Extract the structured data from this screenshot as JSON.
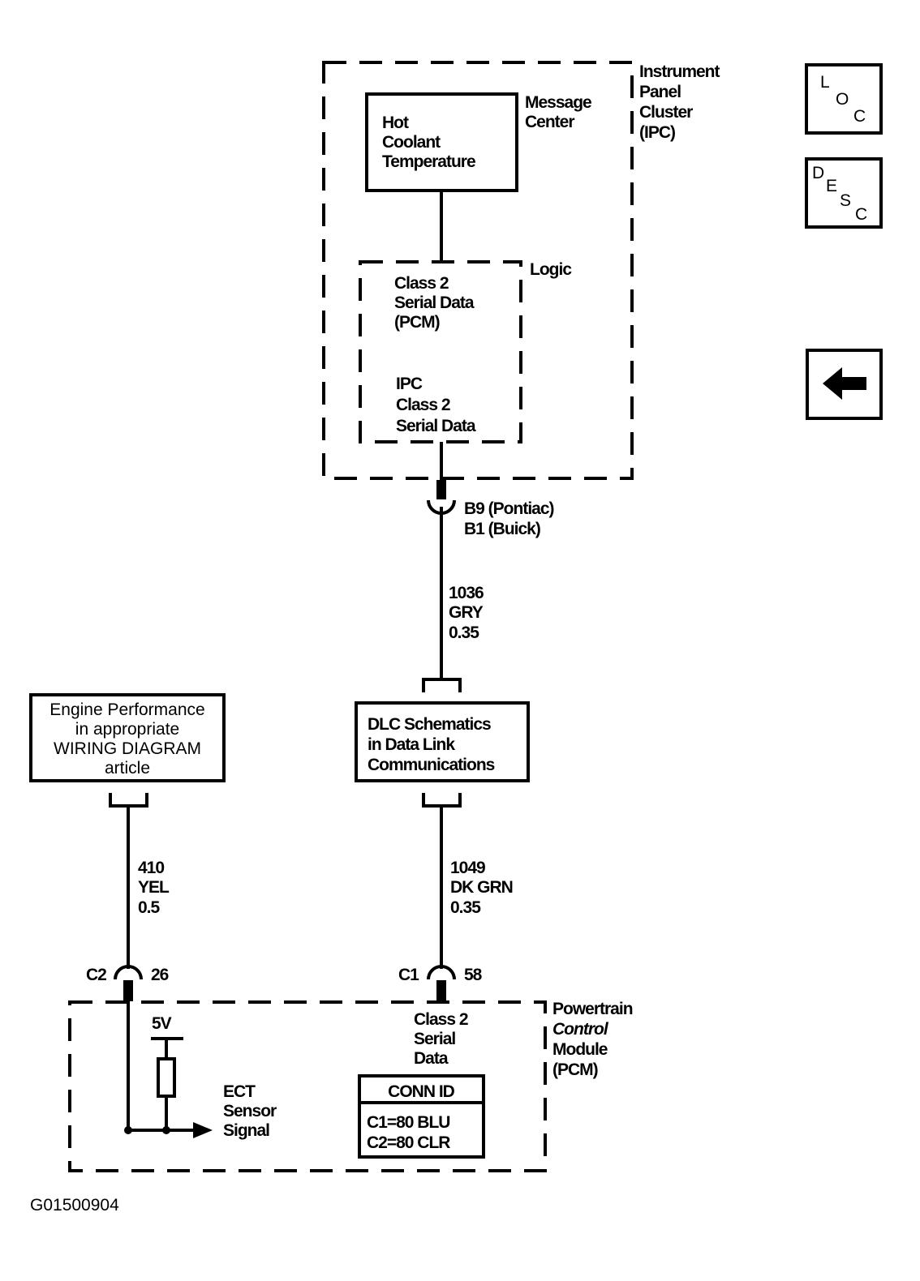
{
  "ipc": {
    "label": [
      "Instrument",
      "Panel",
      "Cluster",
      "(IPC)"
    ],
    "message_center_label": [
      "Message",
      "Center"
    ],
    "hot_coolant_box": [
      "Hot",
      "Coolant",
      "Temperature"
    ],
    "logic_label": "Logic",
    "logic_lines": [
      "Class 2",
      "Serial Data",
      "(PCM)",
      "IPC",
      "Class 2",
      "Serial Data"
    ]
  },
  "connector_ipc": {
    "pins": [
      "B9 (Pontiac)",
      "B1 (Buick)"
    ]
  },
  "wire_ipc_dlc": {
    "circuit": "1036",
    "color": "GRY",
    "gauge": "0.35"
  },
  "dlc_box": [
    "DLC Schematics",
    "in Data Link",
    "Communications"
  ],
  "wire_dlc_pcm": {
    "circuit": "1049",
    "color": "DK GRN",
    "gauge": "0.35"
  },
  "engine_box": [
    "Engine Performance",
    "in appropriate",
    "WIRING DIAGRAM",
    "article"
  ],
  "wire_engine_pcm": {
    "circuit": "410",
    "color": "YEL",
    "gauge": "0.5"
  },
  "connector_c2": {
    "name": "C2",
    "pin": "26"
  },
  "connector_c1": {
    "name": "C1",
    "pin": "58"
  },
  "pcm": {
    "label": [
      "Powertrain",
      "Control",
      "Module",
      "(PCM)"
    ],
    "class2_lines": [
      "Class 2",
      "Serial",
      "Data"
    ],
    "voltage": "5V",
    "ect_lines": [
      "ECT",
      "Sensor",
      "Signal"
    ],
    "conn_id_title": "CONN ID",
    "conn_id_lines": [
      "C1=80 BLU",
      "C2=80 CLR"
    ]
  },
  "nav": {
    "loc": [
      "L",
      "O",
      "C"
    ],
    "desc": [
      "D",
      "E",
      "S",
      "C"
    ],
    "back_icon": "left-arrow-icon"
  },
  "figure_id": "G01500904"
}
